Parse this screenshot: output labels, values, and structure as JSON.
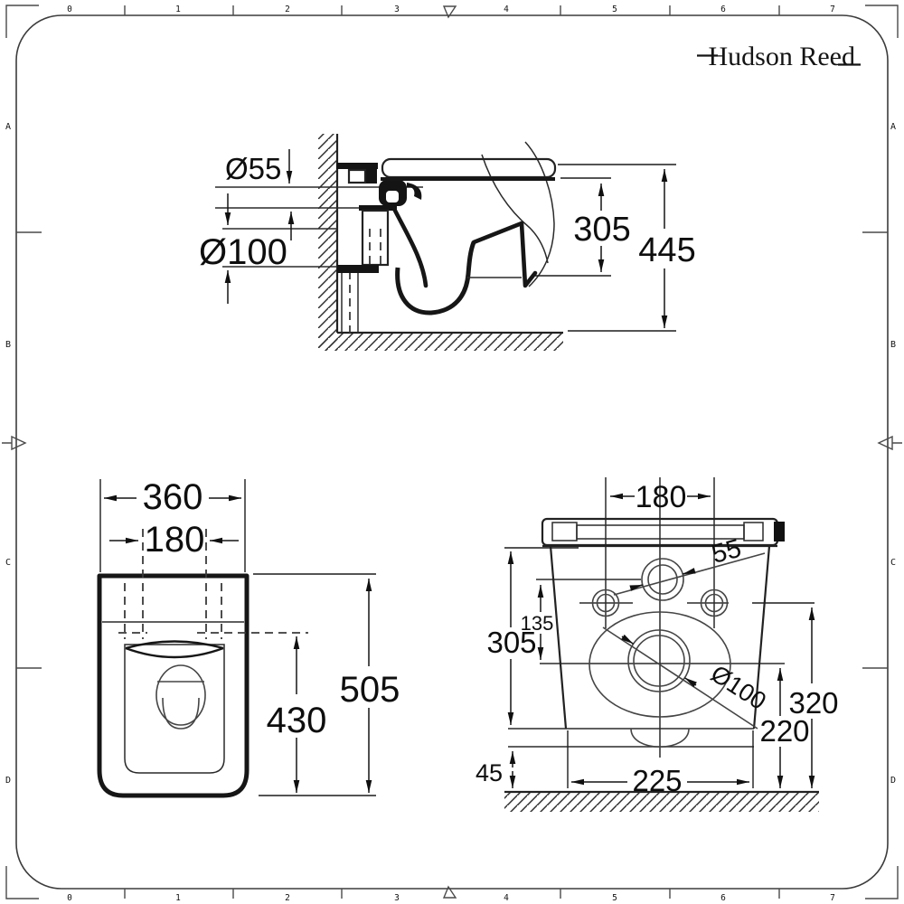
{
  "brand": {
    "name": "Hudson Reed"
  },
  "drawing_frame": {
    "ruler_numbers": [
      "0",
      "1",
      "2",
      "3",
      "4",
      "5",
      "6",
      "7"
    ],
    "row_letters": [
      "A",
      "B",
      "C",
      "D"
    ]
  },
  "views": {
    "side": {
      "inlet_diameter": "Ø55",
      "outlet_diameter": "Ø100",
      "pan_depth": "305",
      "pan_height": "445"
    },
    "front": {
      "overall_width": "360",
      "fixing_centres": "180",
      "lower_height": "430",
      "overall_height": "505"
    },
    "rear": {
      "fixing_centres": "180",
      "inlet_diameter": "55",
      "inlet_drop": "135",
      "body_height": "305",
      "outlet_diameter": "Ø100",
      "outlet_height": "320",
      "centre_height": "220",
      "floor_clearance": "45",
      "base_width": "225"
    }
  }
}
